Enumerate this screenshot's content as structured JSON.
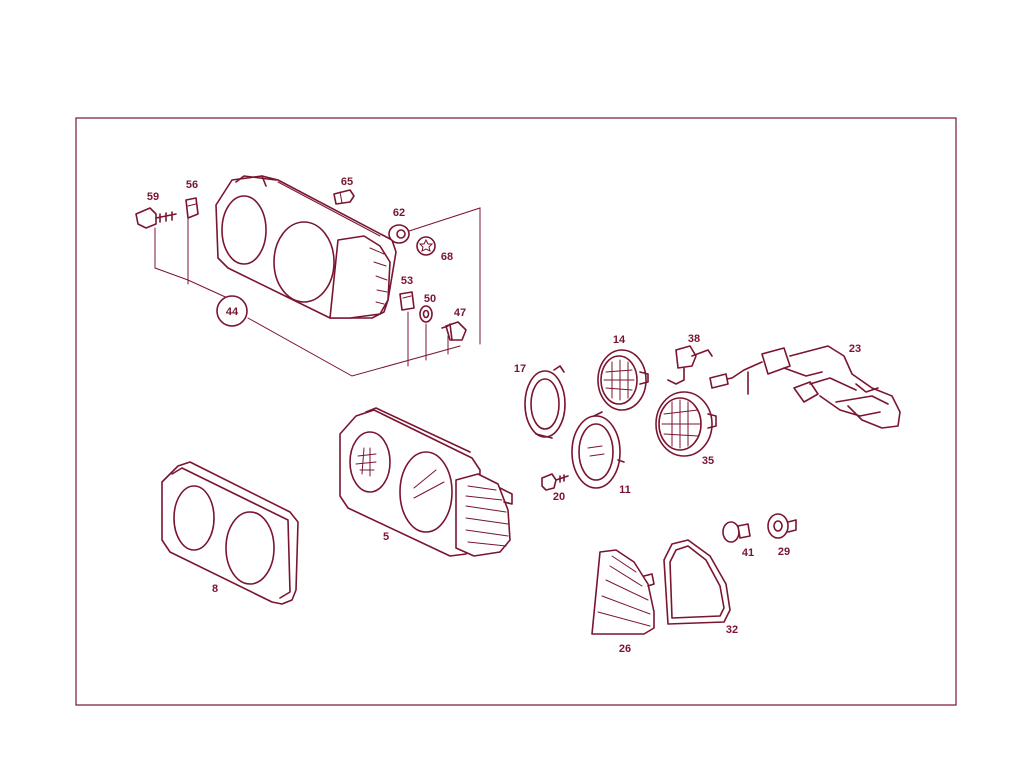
{
  "colors": {
    "ink": "#7a1530",
    "background": "#ffffff"
  },
  "parts": [
    {
      "id": "p59",
      "label": "59"
    },
    {
      "id": "p56",
      "label": "56"
    },
    {
      "id": "p65",
      "label": "65"
    },
    {
      "id": "p62",
      "label": "62"
    },
    {
      "id": "p68",
      "label": "68"
    },
    {
      "id": "p53",
      "label": "53"
    },
    {
      "id": "p50",
      "label": "50"
    },
    {
      "id": "p47",
      "label": "47"
    },
    {
      "id": "p44",
      "label": "44"
    },
    {
      "id": "p17",
      "label": "17"
    },
    {
      "id": "p14",
      "label": "14"
    },
    {
      "id": "p38",
      "label": "38"
    },
    {
      "id": "p23",
      "label": "23"
    },
    {
      "id": "p35",
      "label": "35"
    },
    {
      "id": "p11",
      "label": "11"
    },
    {
      "id": "p20",
      "label": "20"
    },
    {
      "id": "p5",
      "label": "5"
    },
    {
      "id": "p8",
      "label": "8"
    },
    {
      "id": "p41",
      "label": "41"
    },
    {
      "id": "p29",
      "label": "29"
    },
    {
      "id": "p26",
      "label": "26"
    },
    {
      "id": "p32",
      "label": "32"
    }
  ]
}
